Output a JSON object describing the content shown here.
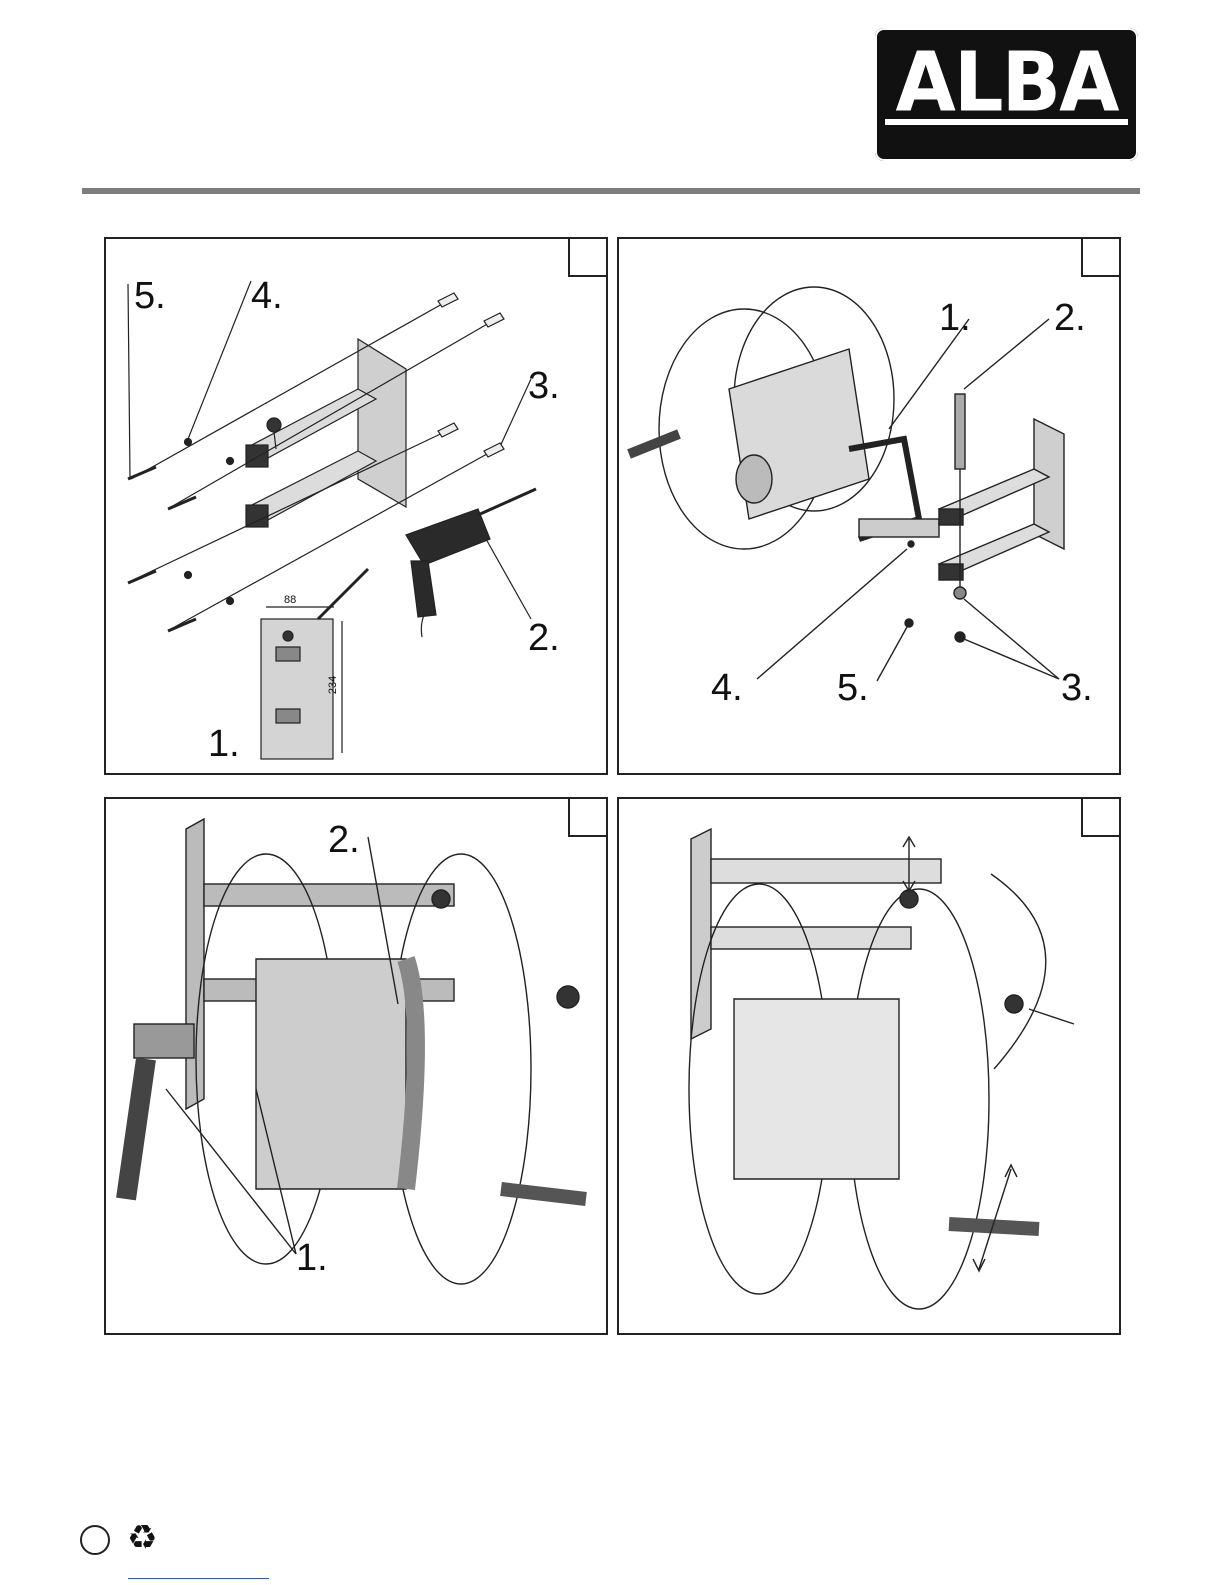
{
  "brand": {
    "logo_text": "ALBA"
  },
  "panels": [
    {
      "id": "p1",
      "callouts": [
        {
          "text": "5."
        },
        {
          "text": "4."
        },
        {
          "text": "3."
        },
        {
          "text": "2."
        },
        {
          "text": "1."
        }
      ],
      "dimensions": [
        {
          "text": "88"
        },
        {
          "text": "234"
        }
      ]
    },
    {
      "id": "p2",
      "callouts": [
        {
          "text": "1."
        },
        {
          "text": "2."
        },
        {
          "text": "4."
        },
        {
          "text": "5."
        },
        {
          "text": "3."
        }
      ]
    },
    {
      "id": "p3",
      "callouts": [
        {
          "text": "2."
        },
        {
          "text": "1."
        }
      ]
    },
    {
      "id": "p4",
      "callouts": []
    }
  ],
  "footer": {
    "icons": [
      "ecolabel-icon",
      "recycle-icon"
    ],
    "recycle_glyph": "♻"
  }
}
